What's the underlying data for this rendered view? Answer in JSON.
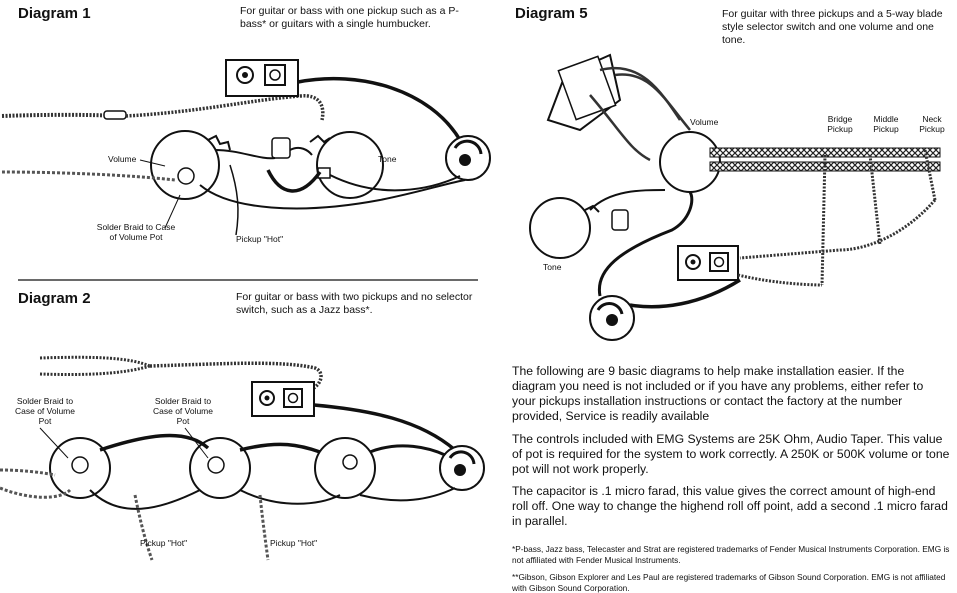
{
  "diagram1": {
    "title": "Diagram 1",
    "description": "For guitar or bass with one pickup such as a P-bass* or guitars with a single humbucker.",
    "labels": {
      "volume": "Volume",
      "tone": "Tone",
      "solder_braid": "Solder Braid to Case of Volume Pot",
      "pickup_hot": "Pickup \"Hot\""
    }
  },
  "diagram2": {
    "title": "Diagram 2",
    "description": "For guitar or bass with two pickups and no selector switch, such as a Jazz bass*.",
    "labels": {
      "solder_braid_1": "Solder Braid to Case of Volume Pot",
      "solder_braid_2": "Solder Braid to Case of Volume Pot",
      "pickup_hot_1": "Pickup \"Hot\"",
      "pickup_hot_2": "Pickup \"Hot\""
    }
  },
  "diagram5": {
    "title": "Diagram 5",
    "description": "For guitar with three pickups and a 5-way blade style selector switch and one volume and one tone.",
    "labels": {
      "volume": "Volume",
      "tone": "Tone",
      "bridge_pickup": "Bridge Pickup",
      "middle_pickup": "Middle Pickup",
      "neck_pickup": "Neck Pickup"
    }
  },
  "info": {
    "para1": "The following are 9 basic diagrams to help make installation easier.  If the diagram you need is not included or if you have any problems, either refer to your pickups installation instructions or contact the factory at the number provided, Service is readily available",
    "para2": "The controls included with EMG Systems are 25K Ohm, Audio Taper. This value of pot is required for the system to work correctly.  A 250K or 500K volume or tone pot will not work properly.",
    "para3": "The capacitor is .1 micro farad, this value gives the correct amount of high-end roll off. One way to change the  highend roll off point, add a second .1 micro farad in parallel.",
    "footnote1": "*P-bass, Jazz bass, Telecaster and Strat are registered trademarks of Fender Musical Instruments Corporation. EMG is not affiliated with Fender Musical Instruments.",
    "footnote2": "**Gibson, Gibson Explorer and Les Paul are registered trademarks of Gibson Sound Corporation. EMG is not affiliated with Gibson Sound Corporation."
  }
}
